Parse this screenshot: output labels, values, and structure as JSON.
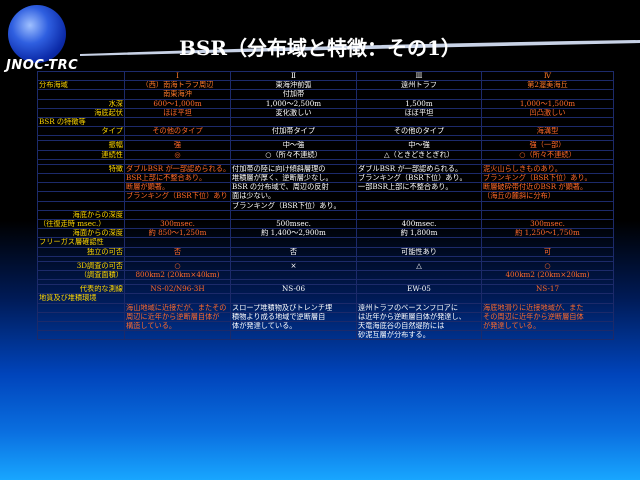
{
  "logo": {
    "name": "JNOC-TRC"
  },
  "title": "BSR（分布域と特徴：その1）",
  "columns": [
    {
      "num": "Ⅰ",
      "line1": "（西）南海トラフ周辺",
      "line2": "南東海沖"
    },
    {
      "num": "Ⅱ",
      "line1": "東海沖前弧",
      "line2": "付加帯"
    },
    {
      "num": "Ⅲ",
      "line1": "遠州トラフ",
      "line2": ""
    },
    {
      "num": "Ⅳ",
      "line1": "第2渥美海丘",
      "line2": ""
    }
  ],
  "rows": {
    "region_label": "分布海域",
    "depth_label": "水深",
    "depth": [
      "600〜1,000m",
      "1,000〜2,500m",
      "1,500m",
      "1,000〜1,500m"
    ],
    "topo_label": "海底起伏",
    "topo": [
      "ほぼ平坦",
      "変化激しい",
      "ほぼ平坦",
      "凹凸激しい"
    ],
    "bsr_features_label": "BSR の特徴等",
    "type_label": "タイプ",
    "type": [
      "その他のタイプ",
      "付加帯タイプ",
      "その他のタイプ",
      "海溝型"
    ],
    "amp_label": "振幅",
    "amp": [
      "強",
      "中〜強",
      "中〜強",
      "強（一部）"
    ],
    "cont_label": "連続性",
    "cont": [
      "◎",
      "○（所々不連続）",
      "△（ときどきとぎれ）",
      "○（所々不連続）"
    ],
    "feature_label": "特徴",
    "feature_c1": [
      "ダブルBSR が一部認められる。",
      "BSR上部に不整合あり。",
      "断層が顕著。",
      "ブランキング（BSR下位）あり"
    ],
    "feature_c2": [
      "付加帯の陸に向け傾斜層理の",
      "堆積層が厚く、逆断層少なし。",
      "BSR の分布域で、周辺の反射",
      "面は少ない。",
      "ブランキング（BSR下位）あり。"
    ],
    "feature_c3": [
      "ダブルBSR が一部認められる。",
      "ブランキング（BSR下位）あり。",
      "一部BSR上部に不整合あり。"
    ],
    "feature_c4": [
      "泥火山らしきものあり。",
      "ブランキング（BSR下位）あり。",
      "断層破砕帯付近のBSR が顕著。",
      "（海丘の麓斜に分布）"
    ],
    "twt_label1": "海底からの深度",
    "twt_label2": "（往復走時 msec.）",
    "twt": [
      "300msec.",
      "500msec.",
      "400msec.",
      "300msec."
    ],
    "dep_label": "海面からの深度",
    "dep": [
      "約 850〜1,250m",
      "約 1,400〜2,900m",
      "約 1,800m",
      "約 1,250〜1,750m"
    ],
    "free_gas_label": "フリーガス層確認性",
    "indep_label": "独立の可否",
    "indep": [
      "否",
      "否",
      "可能性あり",
      "可"
    ],
    "survey3d_label1": "3D調査の可否",
    "survey3d_label2": "（調査面積）",
    "survey3d": [
      "○",
      "×",
      "△",
      "○"
    ],
    "area": [
      "800km2 (20km×40km)",
      "",
      "",
      "400km2 (20km×20km)"
    ],
    "wells_label": "代表的な測線",
    "wells": [
      "NS-02/N96-3H",
      "NS-06",
      "EW-05",
      "NS-17"
    ],
    "geo_label": "地質及び堆積環境",
    "geo_c1": [
      "海山地域に近接だが、またその",
      "周辺に近年から逆断層自体が",
      "構造している。"
    ],
    "geo_c2": [
      "スロープ堆積物及びトレンチ埋",
      "積物より成る地域で逆断層自",
      "体が発達している。"
    ],
    "geo_c3": [
      "遠州トラフのベースンフロアに",
      "は近年から逆断層自体が発達し、",
      "天竜海底谷の自然堤防には",
      "砂泥互層が分布する。"
    ],
    "geo_c4": [
      "海底地滑りに近接地域が、また",
      "その周辺に近年から逆断層自体",
      "が発達している。"
    ]
  },
  "colors": {
    "label": "#ffd700",
    "header": "#ff7a2a",
    "highlight": "#ff6a2a",
    "text": "#ffffff",
    "grid": "#1c2a6a"
  }
}
